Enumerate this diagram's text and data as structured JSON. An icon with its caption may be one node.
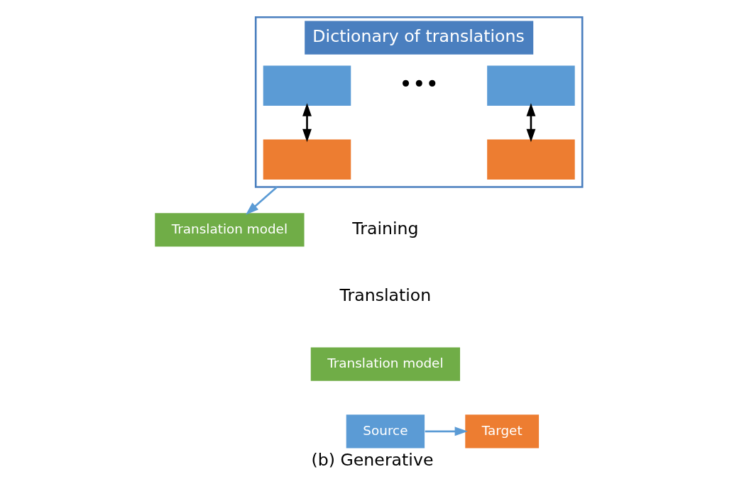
{
  "diagram": {
    "caption": "(b) Generative",
    "nodes": [
      {
        "text": [
          "Dictionary of translations"
        ]
      },
      {
        "text": [],
        "shape": "box",
        "in": 0
      },
      {
        "text": [],
        "shape": "box",
        "in": 0
      },
      {
        "text": [],
        "shape": "box",
        "in": 0
      },
      {
        "text": [],
        "shape": "box",
        "in": 0
      },
      {
        "text": [
          "Translation model"
        ]
      },
      {
        "text": [
          "Translation model"
        ]
      },
      {
        "text": [
          "Source"
        ]
      },
      {
        "text": [
          "Target"
        ]
      }
    ],
    "edges": [
      {
        "from": 1,
        "to": 3,
        "arrow": "both",
        "color": "#000000"
      },
      {
        "from": 2,
        "to": 4,
        "arrow": "both",
        "color": "#000000"
      },
      {
        "from": 0,
        "to": 5,
        "arrow": "to",
        "color": "#5b9bd5"
      },
      {
        "from": 7,
        "to": 8,
        "arrow": "to",
        "color": "#5b9bd5"
      }
    ],
    "labels": [
      "•••",
      "Training",
      "Translation"
    ]
  }
}
